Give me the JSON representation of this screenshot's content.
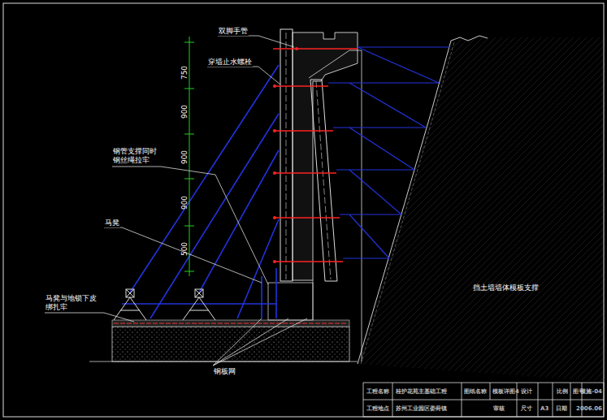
{
  "diagram": {
    "labels": [
      "双脚手管",
      "穿墙止水螺栓",
      "钢管支撑同时 钢丝绳拉牢",
      "马凳",
      "马凳与地锁下皮 绑扎牢",
      "钢板网",
      "750",
      "900",
      "900",
      "900",
      "500",
      "挡土墙墙体模板支撑",
      "工程名称",
      "桂护花苑主基础工程",
      "图纸名称",
      "模板详图4",
      "设计",
      "比例",
      "图号",
      "模施-04",
      "工程地点",
      "苏州工业园区娄葑镇",
      "审核",
      "尺寸",
      "A3",
      "日期",
      "2006.06"
    ]
  }
}
